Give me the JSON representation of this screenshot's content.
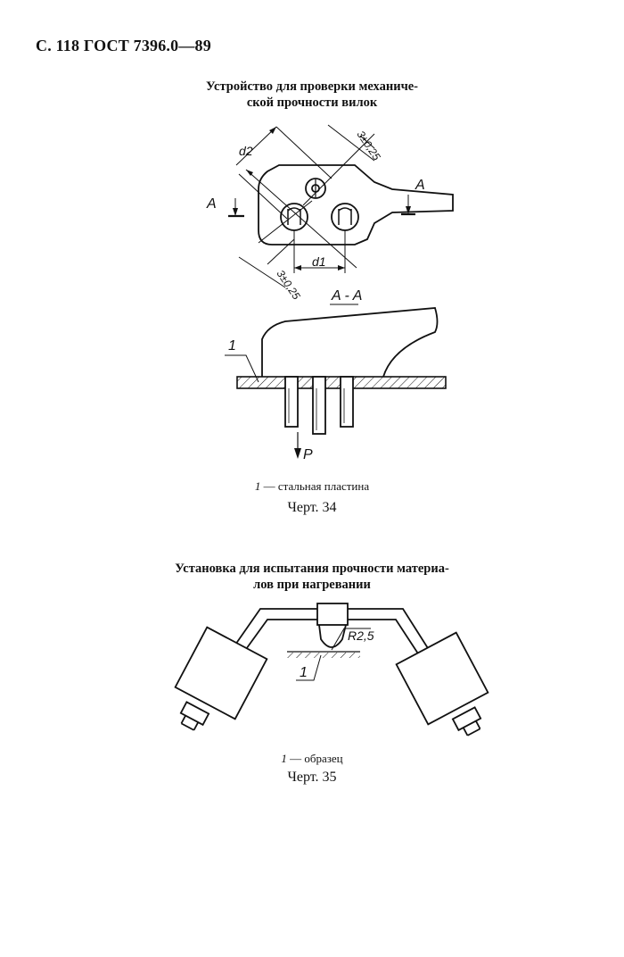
{
  "header": {
    "text": "С. 118 ГОСТ 7396.0—89"
  },
  "figure34": {
    "title_line1": "Устройство для проверки механиче-",
    "title_line2": "ской прочности вилок",
    "label_d2": "d2",
    "label_d1": "d1",
    "label_tol_top": "3±0,25",
    "label_tol_bottom": "3±0,25",
    "label_A_left": "A",
    "label_A_right": "A",
    "label_section": "A - A",
    "label_part": "1",
    "label_force": "P",
    "caption_num": "1",
    "caption_text": " — стальная пластина",
    "fig_label": "Черт. 34"
  },
  "figure35": {
    "title_line1": "Установка для испытания прочности материа-",
    "title_line2": "лов при нагревании",
    "label_radius": "R2,5",
    "label_part": "1",
    "caption_num": "1",
    "caption_text": " — образец",
    "fig_label": "Черт. 35"
  }
}
